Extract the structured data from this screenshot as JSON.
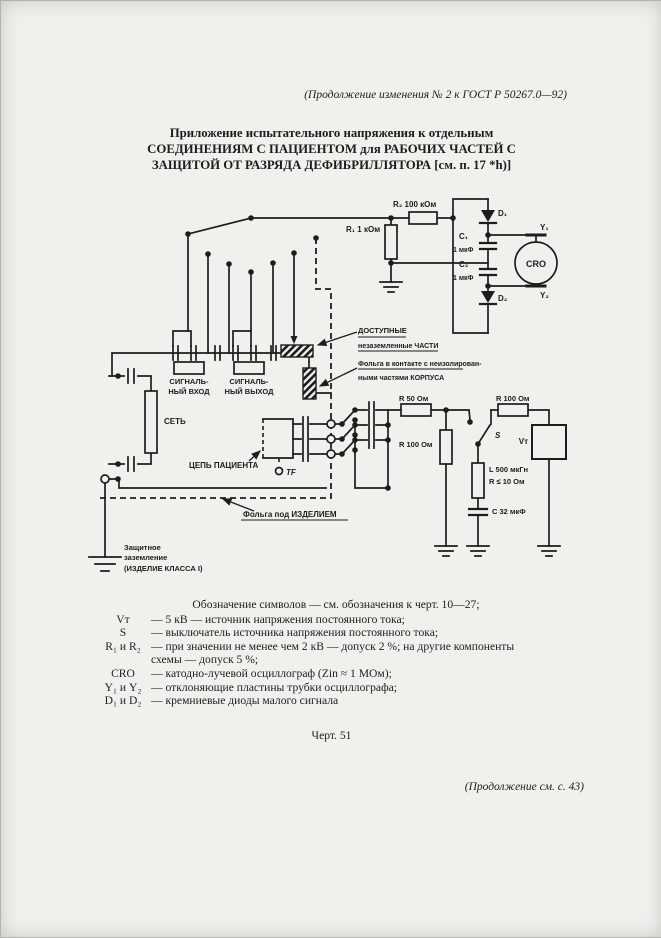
{
  "page": {
    "header_note": "(Продолжение изменения № 2 к ГОСТ Р 50267.0—92)",
    "title_lines": [
      "Приложение испытательного напряжения к отдельным",
      "СОЕДИНЕНИЯМ С ПАЦИЕНТОМ для РАБОЧИХ ЧАСТЕЙ С",
      "ЗАЩИТОЙ ОТ РАЗРЯДА ДЕФИБРИЛЛЯТОРА [см. п. 17 *h)]"
    ],
    "figure_caption": "Черт. 51",
    "footer_note": "(Продолжение см. с. 43)"
  },
  "diagram": {
    "labels": {
      "r2": "R₂ 100 кОм",
      "r1": "R₁ 1 кОм",
      "c1": "C₁",
      "c1v": "1 мкФ",
      "c2": "C₂",
      "c2v": "1 мкФ",
      "d1": "D₁",
      "d2": "D₂",
      "y1": "Y₁",
      "y2": "Y₂",
      "cro": "CRO",
      "sig_in1": "СИГНАЛЬ-",
      "sig_in2": "НЫЙ ВХОД",
      "sig_out1": "СИГНАЛЬ-",
      "sig_out2": "НЫЙ ВЫХОД",
      "mains": "СЕТЬ",
      "patient": "ЦЕПЬ ПАЦИЕНТА",
      "tf": "TF",
      "acc1": "ДОСТУПНЫЕ",
      "acc2": "незаземленные ЧАСТИ",
      "foil1": "Фольга в контакте с неизолирован-",
      "foil2": "ными частями КОРПУСА",
      "foil_under": "Фольга под ИЗДЕЛИЕМ",
      "r50": "R 50 Ом",
      "r100a": "R 100 Ом",
      "r100b": "R 100 Ом",
      "s": "S",
      "vt": "Vт",
      "l1": "L 500 мкГн",
      "l2": "R ≤ 10 Ом",
      "c32": "С 32 мкФ",
      "pe1": "Защитное",
      "pe2": "заземление",
      "pe3": "(ИЗДЕЛИЕ КЛАССА I)"
    },
    "ink_color": "#1d1d1d",
    "paper_color": "#f1f0ed"
  },
  "legend": {
    "intro": "Обозначение символов — см. обозначения к черт. 10—27;",
    "rows": [
      {
        "sym": "Vт",
        "text": "— 5 кВ — источник напряжения постоянного тока;"
      },
      {
        "sym": "S",
        "text": "— выключатель источника напряжения постоянного тока;"
      },
      {
        "sym": "R₁ и R₂",
        "text": "— при значении не менее чем 2 кВ — допуск 2 %; на другие компоненты"
      },
      {
        "sym": "",
        "text": "схемы — допуск 5 %;"
      },
      {
        "sym": "CRO",
        "text": "— катодно-лучевой осциллограф (Zin ≈ 1 МОм);"
      },
      {
        "sym": "Y₁ и Y₂",
        "text": "— отклоняющие пластины трубки осциллографа;"
      },
      {
        "sym": "D₁ и D₂",
        "text": "— кремниевые диоды малого сигнала"
      }
    ]
  }
}
